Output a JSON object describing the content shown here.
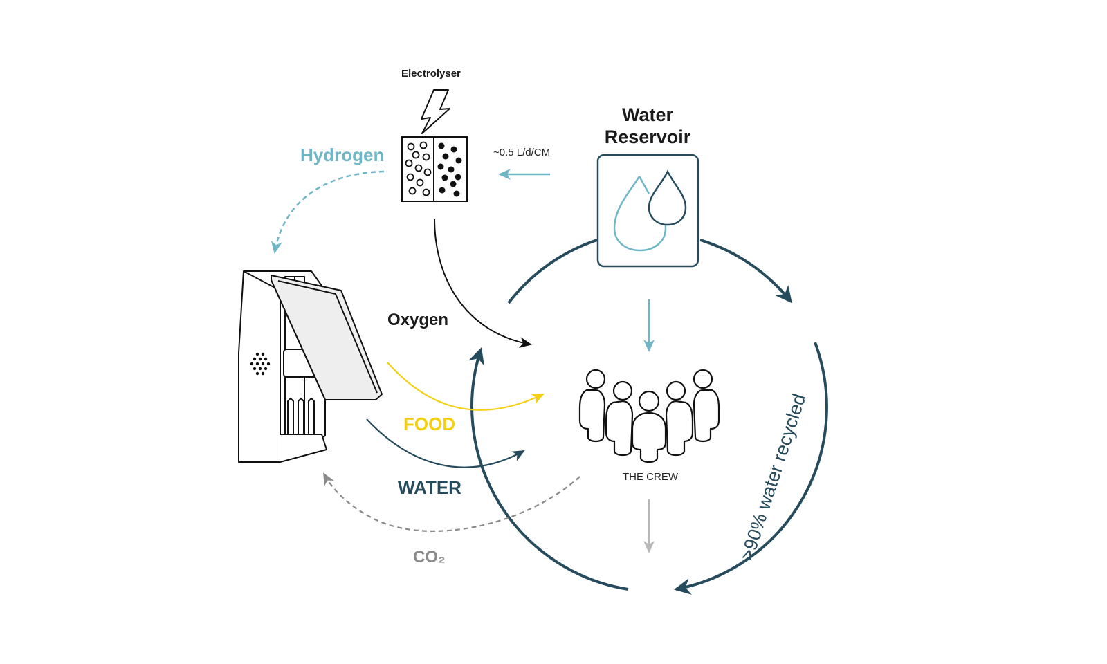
{
  "labels": {
    "electrolyser": "Electrolyser",
    "hydrogen": "Hydrogen",
    "water_rate": "~0.5 L/d/CM",
    "water_reservoir_line1": "Water",
    "water_reservoir_line2": "Reservoir",
    "oxygen": "Oxygen",
    "food": "FOOD",
    "water": "WATER",
    "co2": "CO₂",
    "crew": "THE CREW",
    "recycled": ">90% water recycled"
  },
  "colors": {
    "hydrogen": "#6fb6c6",
    "dark_teal": "#264b5c",
    "food": "#f5cf12",
    "co2": "#8a8a8a",
    "black": "#111111"
  }
}
